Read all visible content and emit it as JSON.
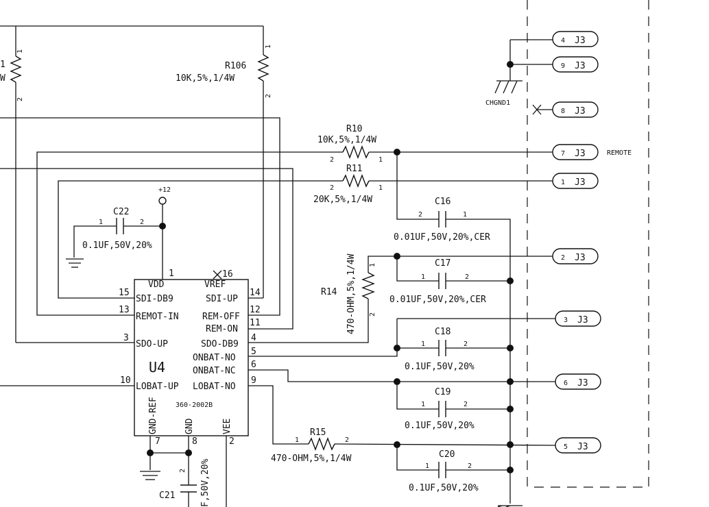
{
  "connectors": {
    "ref": "J3",
    "pins": [
      "4",
      "9",
      "8",
      "7",
      "1",
      "2",
      "3",
      "6",
      "5"
    ],
    "remote_label": "REMOTE",
    "chassis_ground": "CHGND1"
  },
  "ic": {
    "designator": "U4",
    "part_number": "360-2002B",
    "left_pins": [
      {
        "num": "15",
        "name": "SDI-DB9"
      },
      {
        "num": "13",
        "name": "REMOT-IN"
      },
      {
        "num": "3",
        "name": "SDO-UP"
      },
      {
        "num": "10",
        "name": "LOBAT-UP"
      }
    ],
    "right_pins": [
      {
        "num": "14",
        "name": "SDI-UP"
      },
      {
        "num": "12",
        "name": "REM-OFF"
      },
      {
        "num": "11",
        "name": "REM-ON"
      },
      {
        "num": "4",
        "name": "SDO-DB9"
      },
      {
        "num": "5",
        "name": "ONBAT-NO"
      },
      {
        "num": "6",
        "name": "ONBAT-NC"
      },
      {
        "num": "9",
        "name": "LOBAT-NO"
      }
    ],
    "top_pins": [
      {
        "num": "1",
        "name": "VDD"
      },
      {
        "num": "16",
        "name": "VREF"
      }
    ],
    "bottom_pins": [
      {
        "num": "7",
        "name": "GND-REF"
      },
      {
        "num": "8",
        "name": "GND"
      },
      {
        "num": "2",
        "name": "VEE"
      }
    ]
  },
  "power": {
    "label": "+12"
  },
  "resistors": [
    {
      "ref": "R106",
      "value": "10K,5%,1/4W",
      "pin1": "1",
      "pin2": "2"
    },
    {
      "ref": "R10",
      "value": "10K,5%,1/4W",
      "pin1": "1",
      "pin2": "2"
    },
    {
      "ref": "R11",
      "value": "20K,5%,1/4W",
      "pin1": "1",
      "pin2": "2"
    },
    {
      "ref": "R14",
      "value": "470-OHM,5%,1/4W",
      "pin1": "1",
      "pin2": "2"
    },
    {
      "ref": "R15",
      "value": "470-OHM,5%,1/4W",
      "pin1": "1",
      "pin2": "2"
    },
    {
      "ref": "",
      "value": "",
      "pin1": "1",
      "pin2": "2",
      "partial_ref": "1",
      "partial_value": "W"
    }
  ],
  "capacitors": [
    {
      "ref": "C22",
      "value": "0.1UF,50V,20%",
      "pin1": "1",
      "pin2": "2"
    },
    {
      "ref": "C16",
      "value": "0.01UF,50V,20%,CER",
      "pin1": "1",
      "pin2": "2"
    },
    {
      "ref": "C17",
      "value": "0.01UF,50V,20%,CER",
      "pin1": "1",
      "pin2": "2"
    },
    {
      "ref": "C18",
      "value": "0.1UF,50V,20%",
      "pin1": "1",
      "pin2": "2"
    },
    {
      "ref": "C19",
      "value": "0.1UF,50V,20%",
      "pin1": "1",
      "pin2": "2"
    },
    {
      "ref": "C20",
      "value": "0.1UF,50V,20%",
      "pin1": "1",
      "pin2": "2"
    },
    {
      "ref": "C21",
      "value": "F,50V,20%",
      "pin1": "",
      "pin2": "2"
    }
  ],
  "colors": {
    "ink": "#111111",
    "paper": "#ffffff"
  }
}
